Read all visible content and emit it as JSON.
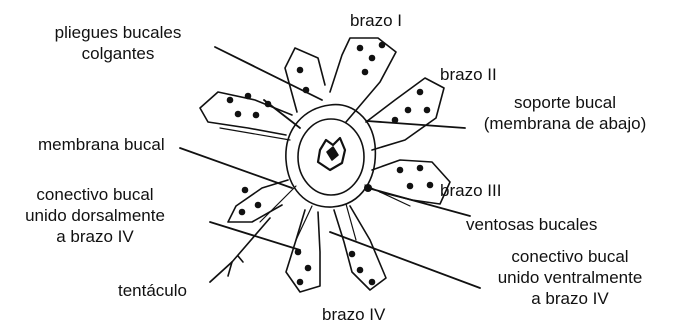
{
  "labels": {
    "pliegues_1": "pliegues bucales",
    "pliegues_2": "colgantes",
    "brazo_i": "brazo I",
    "brazo_ii": "brazo II",
    "soporte_1": "soporte bucal",
    "soporte_2": "(membrana de abajo)",
    "membrana_bucal": "membrana bucal",
    "conectivo_dorsal_1": "conectivo bucal",
    "conectivo_dorsal_2": "unido dorsalmente",
    "conectivo_dorsal_3": "a brazo IV",
    "brazo_iii": "brazo III",
    "ventosas": "ventosas bucales",
    "conectivo_ventral_1": "conectivo bucal",
    "conectivo_ventral_2": "unido ventralmente",
    "conectivo_ventral_3": "a brazo IV",
    "tentaculo": "tentáculo",
    "brazo_iv": "brazo IV"
  }
}
